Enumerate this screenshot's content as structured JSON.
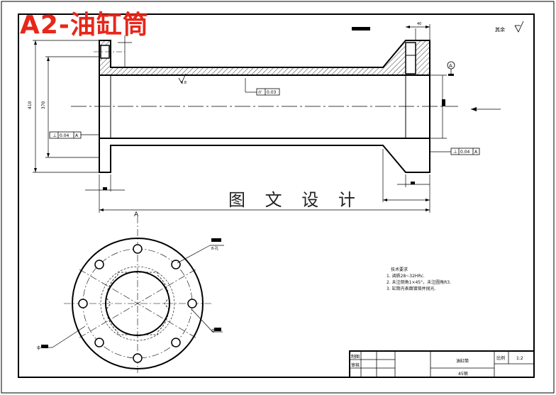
{
  "title": "A2-油缸筒",
  "watermark": "图 文 设 计",
  "surface_note": "其余",
  "datum_label": "A",
  "section_label": "A",
  "dimensions": {
    "overall_dia": "410",
    "bore_dia": "370",
    "flange_step": "40"
  },
  "tolerance_frames": {
    "left_perp": "0.04",
    "left_datum": "A",
    "right_perp": "0.04",
    "right_datum": "A",
    "cylindricity": "0.03",
    "roughness": "0.8"
  },
  "callouts": {
    "bolt_holes": "8-孔",
    "pitch_circle": "ф",
    "outer_circle": "ф"
  },
  "tech_requirements": {
    "heading": "技术要求",
    "items": [
      "1. 调质28~32HRc.",
      "2. 未注倒角1×45°，未注圆角R3.",
      "3. 缸筒内表面镀铬并抛光."
    ]
  },
  "title_block": {
    "drawn_label": "制图",
    "checked_label": "审核",
    "part_name": "油缸筒",
    "material": "45钢",
    "scale_label": "比例",
    "scale_value": "1:2"
  }
}
